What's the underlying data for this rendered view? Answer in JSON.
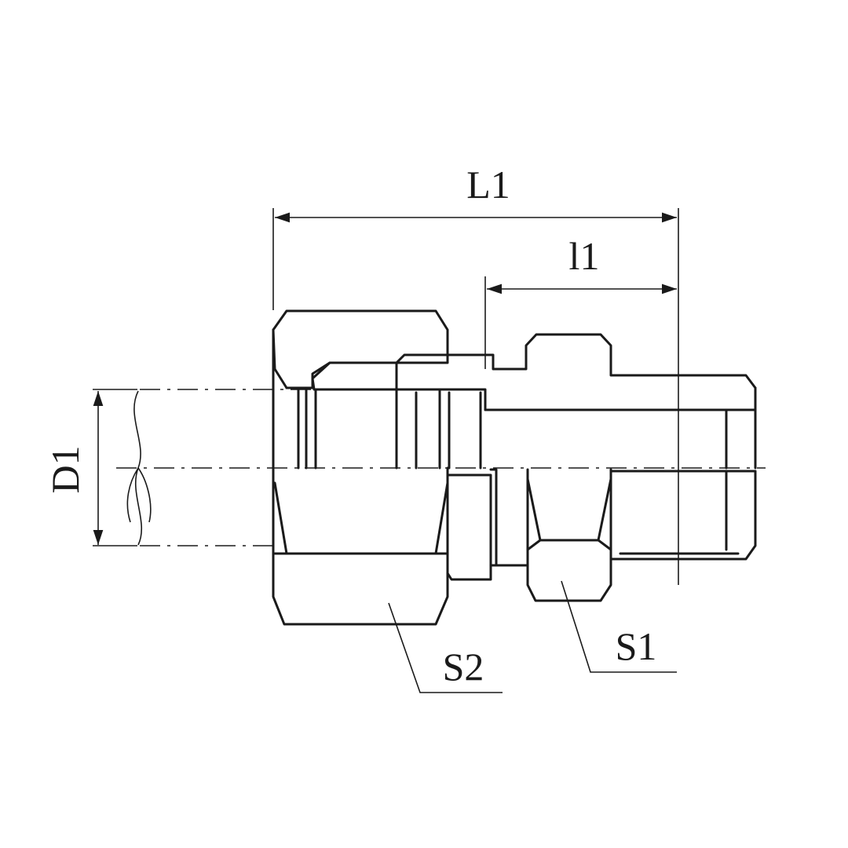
{
  "labels": {
    "overall_length": "L1",
    "thread_length": "l1",
    "diameter": "D1",
    "hex_nut": "S2",
    "hex_body": "S1"
  },
  "colors": {
    "line": "#1a1a1a",
    "background": "#ffffff"
  }
}
